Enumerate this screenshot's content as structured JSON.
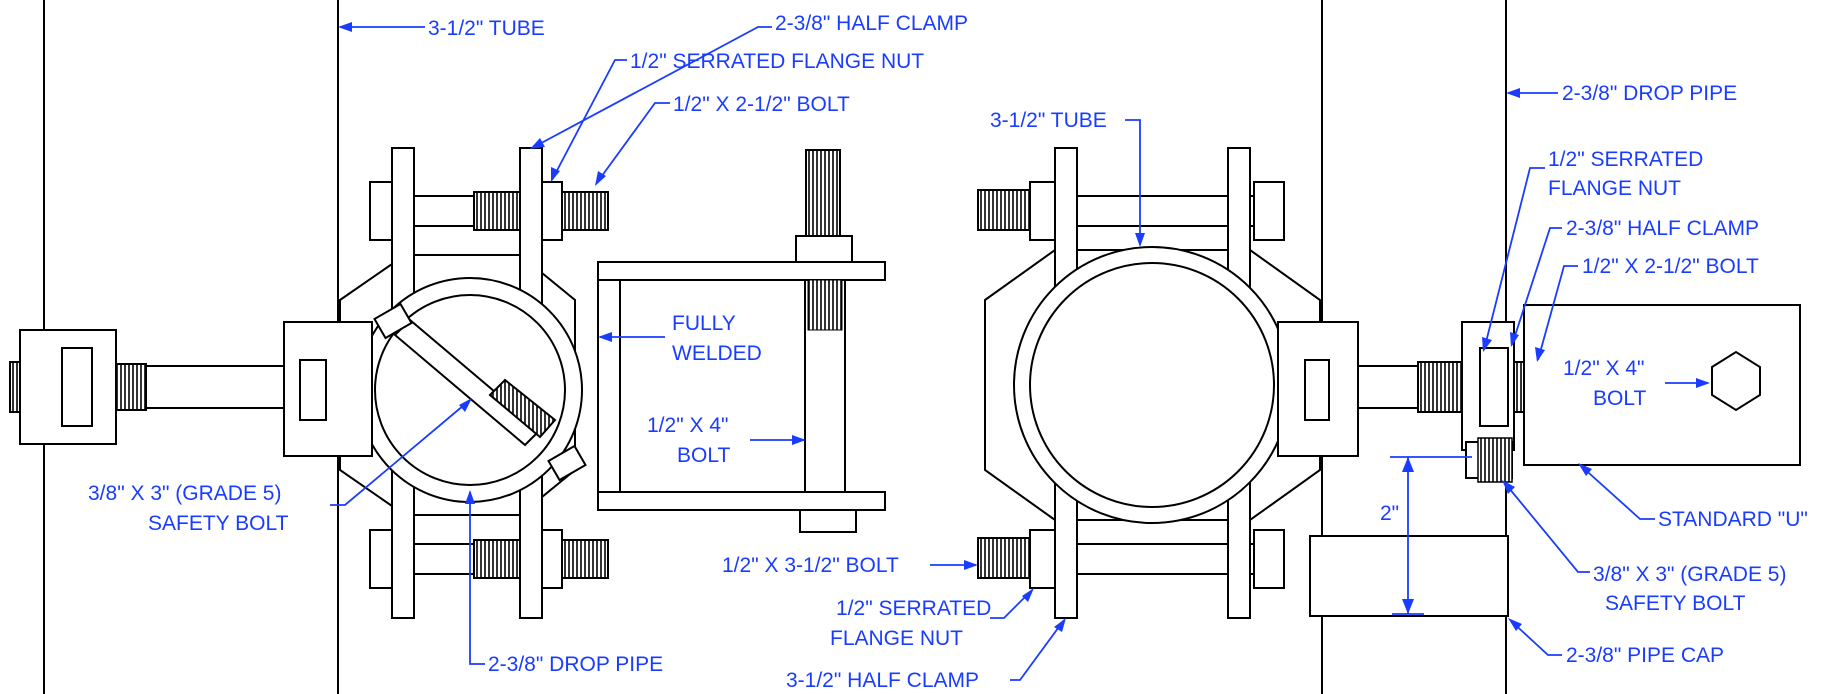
{
  "colors": {
    "line": "#000000",
    "annotation": "#1a3cff",
    "background": "#ffffff"
  },
  "labels": {
    "tube_top": "3-1/2\" TUBE",
    "half_clamp_top": "2-3/8\" HALF CLAMP",
    "flange_nut_top": "1/2\" SERRATED FLANGE NUT",
    "bolt_212_top": "1/2\" X 2-1/2\" BOLT",
    "fully_welded_1": "FULLY",
    "fully_welded_2": "WELDED",
    "bolt4_left_1": "1/2\" X 4\"",
    "bolt4_left_2": "BOLT",
    "safety_left_1": "3/8\" X 3\" (GRADE 5)",
    "safety_left_2": "SAFETY BOLT",
    "drop_pipe_left": "2-3/8\" DROP PIPE",
    "bolt_312": "1/2\" X 3-1/2\" BOLT",
    "flange_nut_mid_1": "1/2\" SERRATED",
    "flange_nut_mid_2": "FLANGE NUT",
    "half_clamp_312": "3-1/2\" HALF CLAMP",
    "tube_mid": "3-1/2\" TUBE",
    "drop_pipe_right": "2-3/8\" DROP PIPE",
    "flange_nut_right_1": "1/2\" SERRATED",
    "flange_nut_right_2": "FLANGE NUT",
    "half_clamp_right": "2-3/8\" HALF CLAMP",
    "bolt_212_right": "1/2\" X 2-1/2\" BOLT",
    "bolt4_right_1": "1/2\" X 4\"",
    "bolt4_right_2": "BOLT",
    "standard_u": "STANDARD \"U\"",
    "safety_right_1": "3/8\" X 3\" (GRADE 5)",
    "safety_right_2": "SAFETY BOLT",
    "dim_2": "2\"",
    "pipe_cap": "2-3/8\" PIPE CAP"
  }
}
